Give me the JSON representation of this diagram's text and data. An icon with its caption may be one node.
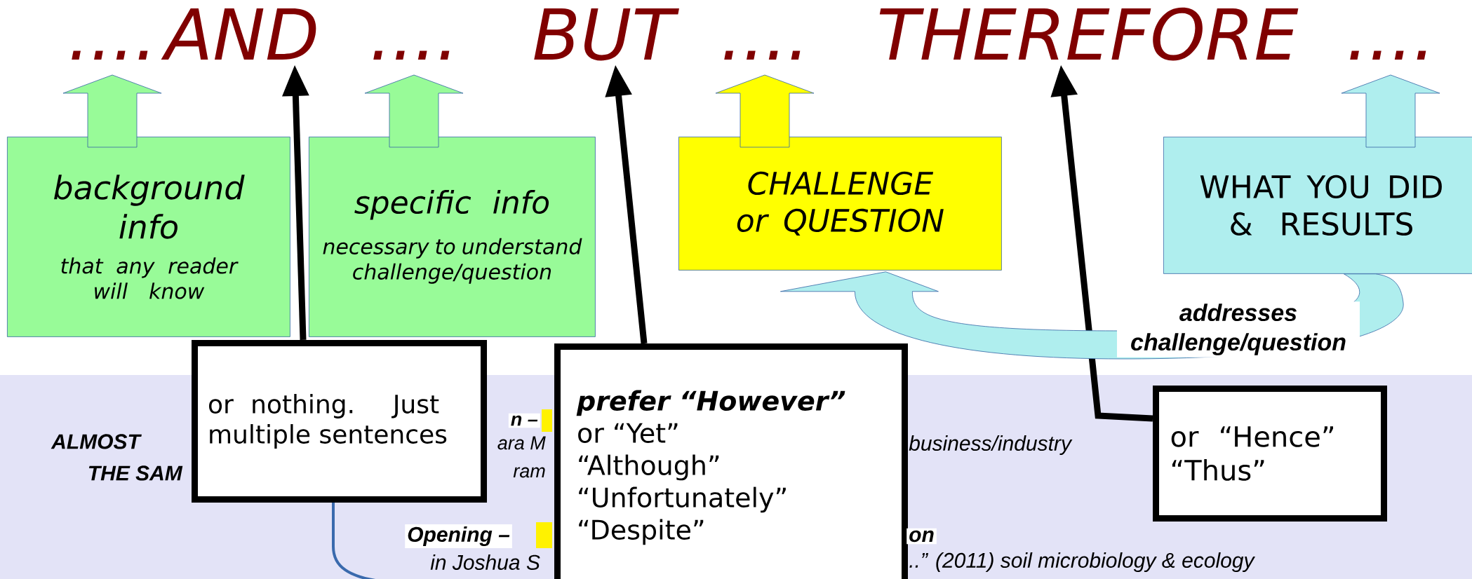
{
  "diagram": {
    "nodes": [
      {
        "text": [
          "...."
        ]
      },
      {
        "text": [
          "AND"
        ]
      },
      {
        "text": [
          "...."
        ]
      },
      {
        "text": [
          "BUT"
        ]
      },
      {
        "text": [
          "...."
        ]
      },
      {
        "text": [
          "THEREFORE"
        ]
      },
      {
        "text": [
          "...."
        ]
      },
      {
        "text": [
          "background info",
          "that any reader will know"
        ]
      },
      {
        "text": [
          "specific info",
          "necessary to understand challenge/question"
        ]
      },
      {
        "text": [
          "CHALLENGE or QUESTION"
        ]
      },
      {
        "text": [
          "WHAT YOU DID & RESULTS"
        ]
      },
      {
        "text": [
          "or nothing. Just multiple sentences"
        ]
      },
      {
        "text": [
          "prefer “However”",
          "or “Yet”",
          "“Although”",
          "“Unfortunately”",
          "“Despite”"
        ]
      },
      {
        "text": [
          "or “Hence” “Thus”"
        ]
      }
    ],
    "edges": [
      {
        "from": 7,
        "to": 0,
        "arrow": "to",
        "color": "#98fb98"
      },
      {
        "from": 8,
        "to": 2,
        "arrow": "to",
        "color": "#98fb98"
      },
      {
        "from": 9,
        "to": 4,
        "arrow": "to",
        "color": "#ffff00"
      },
      {
        "from": 10,
        "to": 6,
        "arrow": "to",
        "color": "#afeeee"
      },
      {
        "from": 11,
        "to": 1,
        "arrow": "to",
        "color": "#000000"
      },
      {
        "from": 12,
        "to": 3,
        "arrow": "to",
        "color": "#000000"
      },
      {
        "from": 13,
        "to": 5,
        "arrow": "to",
        "color": "#000000"
      },
      {
        "from": 10,
        "to": 9,
        "arrow": "to",
        "color": "#afeeee",
        "label": "addresses challenge/question"
      }
    ],
    "labels": [
      "n –",
      "ALMOST",
      "ara M",
      "business/industry",
      "THE SAM",
      "ram",
      "Opening –",
      "on",
      "in Joshua S",
      "..” (2011) soil microbiology & ecology"
    ]
  }
}
